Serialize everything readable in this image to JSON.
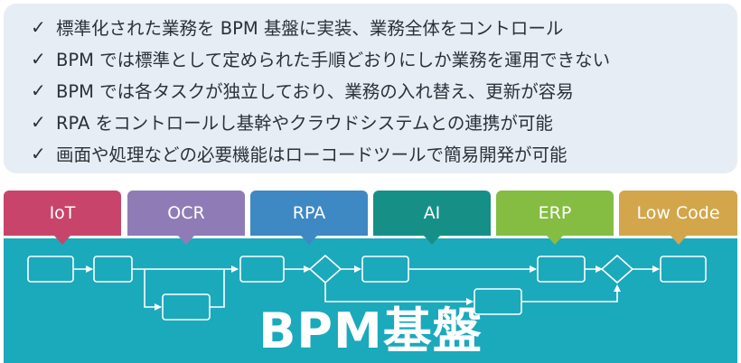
{
  "bullets": {
    "check_glyph": "✓",
    "items": [
      "標準化された業務を BPM 基盤に実装、業務全体をコントロール",
      "BPM では標準として定められた手順どおりにしか業務を運用できない",
      "BPM では各タスクが独立しており、業務の入れ替え、更新が容易",
      "RPA をコントロールし基幹やクラウドシステムとの連携が可能",
      "画面や処理などの必要機能はローコードツールで簡易開発が可能"
    ]
  },
  "tabs": [
    {
      "label": "IoT",
      "color": "#c8446b"
    },
    {
      "label": "OCR",
      "color": "#8f7cb6"
    },
    {
      "label": "RPA",
      "color": "#3e88c4"
    },
    {
      "label": "AI",
      "color": "#169086"
    },
    {
      "label": "ERP",
      "color": "#85bd42"
    },
    {
      "label": "Low Code",
      "color": "#d3a64b"
    }
  ],
  "platform": {
    "title": "BPM基盤",
    "color": "#1ba9bc"
  }
}
